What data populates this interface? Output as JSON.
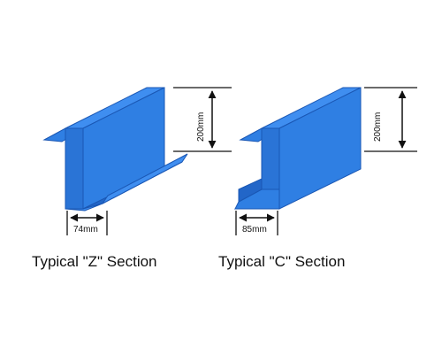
{
  "colors": {
    "web_face": "#2f7fe3",
    "flange_top": "#3f8ef0",
    "flange_inner": "#2266c8",
    "outline": "#1a57b4",
    "dimension_line": "#111111"
  },
  "z_section": {
    "caption": "Typical \"Z\" Section",
    "height_label": "200mm",
    "width_label": "74mm"
  },
  "c_section": {
    "caption": "Typical \"C\" Section",
    "height_label": "200mm",
    "width_label": "85mm"
  }
}
